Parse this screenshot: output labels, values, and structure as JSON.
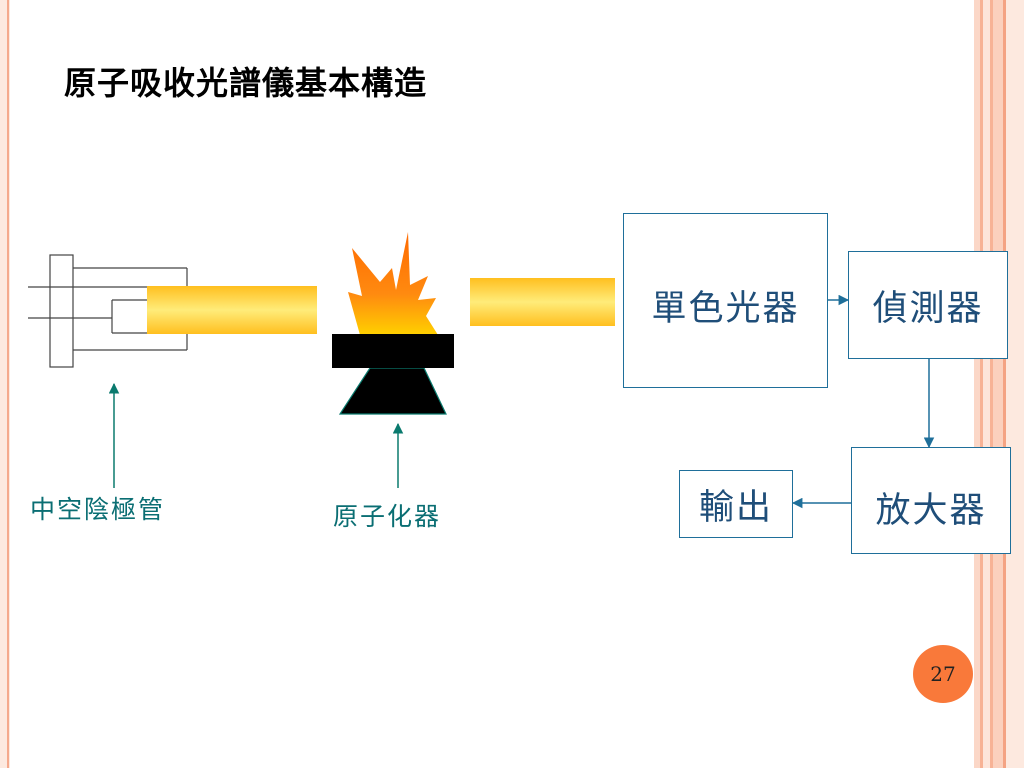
{
  "slide": {
    "title": "原子吸收光譜儀基本構造",
    "page_number": "27"
  },
  "labels": {
    "lamp": "中空陰極管",
    "atomizer": "原子化器"
  },
  "blocks": {
    "monochromator": "單色光器",
    "detector": "偵測器",
    "amplifier": "放大器",
    "output": "輸出"
  },
  "colors": {
    "box_border": "#1f6f9a",
    "box_text": "#1f4e79",
    "label_text": "#0a6e73",
    "pointer_arrow": "#0a7a6e",
    "beam_edge": "#ffbf1f",
    "beam_center": "#ffec7a",
    "flame_outer": "#ff6a00",
    "flame_inner": "#ffd000",
    "page_badge": "#f9793a"
  }
}
